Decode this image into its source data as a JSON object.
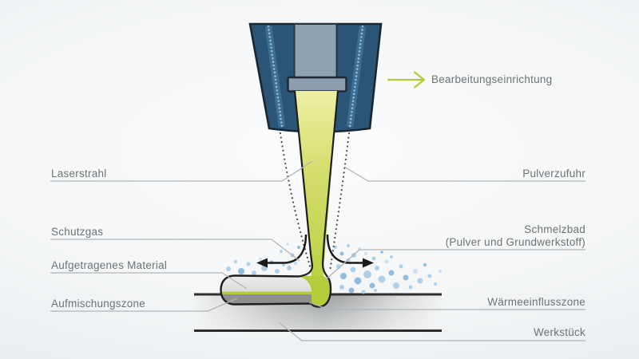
{
  "labels": {
    "bearbeitungseinrichtung": "Bearbeitungseinrichtung",
    "laserstrahl": "Laserstrahl",
    "pulverzufuhr": "Pulverzufuhr",
    "schutzgas": "Schutzgas",
    "schmelzbad_line1": "Schmelzbad",
    "schmelzbad_line2": "(Pulver und Grundwerkstoff)",
    "aufgetragenes_material": "Aufgetragenes Material",
    "waermeeinflusszone": "Wärmeeinflusszone",
    "aufmischungszone": "Aufmischungszone",
    "werkstueck": "Werkstück"
  },
  "icons": {
    "process_direction_arrow": "green-arrow-right",
    "gas_flow_left_arrow": "black-arrow-left",
    "gas_flow_right_arrow": "black-arrow-right"
  },
  "colors": {
    "nozzle_body": "#2a5577",
    "nozzle_outline": "#1b2730",
    "powder_channel": "#3d6f94",
    "powder_channel_dots": "#9cc3dc",
    "optic_column": "#8da2b2",
    "flange": "#8b9dae",
    "beam_top": "#eef0a4",
    "beam_mid": "#d3dd6b",
    "beam_bottom": "#bdd145",
    "melt_pool": "#b6cc3a",
    "accent_green": "#b4ca3a",
    "deposit_gray": "#e0e0de",
    "dilution_gray": "#8d8f91",
    "particle_blue": "#abcde8",
    "leader_gray": "#b1b4b6",
    "label_text": "#6f7274",
    "dark_line": "#2d2d2d"
  }
}
